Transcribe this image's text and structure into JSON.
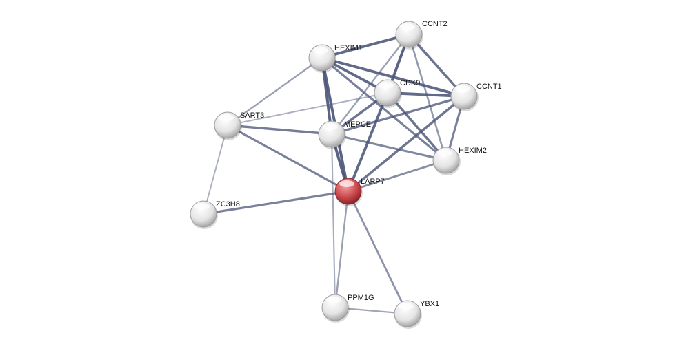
{
  "network": {
    "query_color": "#c0393f",
    "node_color": "#e6e6e6",
    "edge_color": "#4b5578",
    "nodes": [
      {
        "id": "CCNT2",
        "label": "CCNT2",
        "query": false
      },
      {
        "id": "HEXIM1",
        "label": "HEXIM1",
        "query": false
      },
      {
        "id": "CDK9",
        "label": "CDK9",
        "query": false
      },
      {
        "id": "CCNT1",
        "label": "CCNT1",
        "query": false
      },
      {
        "id": "SART3",
        "label": "SART3",
        "query": false
      },
      {
        "id": "MEPCE",
        "label": "MEPCE",
        "query": false
      },
      {
        "id": "HEXIM2",
        "label": "HEXIM2",
        "query": false
      },
      {
        "id": "LARP7",
        "label": "LARP7",
        "query": true
      },
      {
        "id": "ZC3H8",
        "label": "ZC3H8",
        "query": false
      },
      {
        "id": "PPM1G",
        "label": "PPM1G",
        "query": false
      },
      {
        "id": "YBX1",
        "label": "YBX1",
        "query": false
      }
    ],
    "edges": [
      [
        "HEXIM1",
        "CCNT2",
        0.9
      ],
      [
        "HEXIM1",
        "CDK9",
        0.9
      ],
      [
        "HEXIM1",
        "CCNT1",
        0.9
      ],
      [
        "HEXIM1",
        "MEPCE",
        0.95
      ],
      [
        "HEXIM1",
        "LARP7",
        0.95
      ],
      [
        "HEXIM1",
        "HEXIM2",
        0.7
      ],
      [
        "HEXIM1",
        "SART3",
        0.45
      ],
      [
        "CCNT2",
        "CDK9",
        0.95
      ],
      [
        "CCNT2",
        "CCNT1",
        0.8
      ],
      [
        "CCNT2",
        "HEXIM2",
        0.5
      ],
      [
        "CCNT2",
        "MEPCE",
        0.45
      ],
      [
        "CDK9",
        "CCNT1",
        0.9
      ],
      [
        "CDK9",
        "MEPCE",
        0.8
      ],
      [
        "CDK9",
        "LARP7",
        0.9
      ],
      [
        "CDK9",
        "HEXIM2",
        0.8
      ],
      [
        "CDK9",
        "SART3",
        0.3
      ],
      [
        "CCNT1",
        "MEPCE",
        0.75
      ],
      [
        "CCNT1",
        "LARP7",
        0.8
      ],
      [
        "CCNT1",
        "HEXIM2",
        0.7
      ],
      [
        "SART3",
        "MEPCE",
        0.75
      ],
      [
        "SART3",
        "LARP7",
        0.7
      ],
      [
        "SART3",
        "ZC3H8",
        0.3
      ],
      [
        "MEPCE",
        "LARP7",
        0.95
      ],
      [
        "MEPCE",
        "HEXIM2",
        0.65
      ],
      [
        "MEPCE",
        "PPM1G",
        0.35
      ],
      [
        "HEXIM2",
        "LARP7",
        0.6
      ],
      [
        "LARP7",
        "ZC3H8",
        0.7
      ],
      [
        "LARP7",
        "PPM1G",
        0.45
      ],
      [
        "LARP7",
        "YBX1",
        0.55
      ],
      [
        "PPM1G",
        "YBX1",
        0.4
      ]
    ]
  }
}
